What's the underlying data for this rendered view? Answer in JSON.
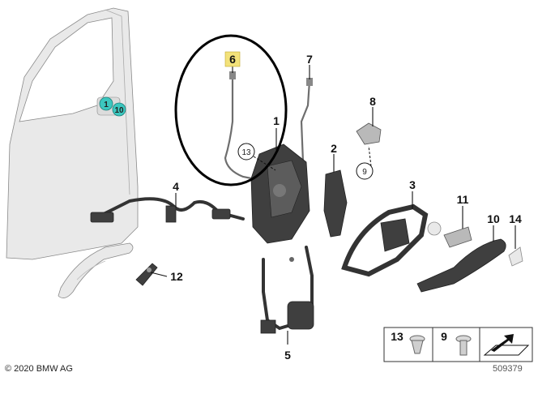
{
  "copyright": "© 2020 BMW AG",
  "diagram_id": "509379",
  "callouts": [
    {
      "id": "c1",
      "label": "1"
    },
    {
      "id": "c2",
      "label": "2"
    },
    {
      "id": "c3",
      "label": "3"
    },
    {
      "id": "c4",
      "label": "4"
    },
    {
      "id": "c5",
      "label": "5"
    },
    {
      "id": "c6",
      "label": "6"
    },
    {
      "id": "c7",
      "label": "7"
    },
    {
      "id": "c8",
      "label": "8"
    },
    {
      "id": "c9",
      "label": "9"
    },
    {
      "id": "c10",
      "label": "10"
    },
    {
      "id": "c11",
      "label": "11"
    },
    {
      "id": "c12",
      "label": "12"
    },
    {
      "id": "c13",
      "label": "13"
    },
    {
      "id": "c14",
      "label": "14"
    }
  ],
  "door_markers": [
    {
      "label": "1"
    },
    {
      "label": "10"
    }
  ],
  "circled_refs": [
    {
      "label": "13"
    },
    {
      "label": "9"
    }
  ],
  "legend": [
    {
      "label": "13",
      "icon": "countersunk-screw-icon"
    },
    {
      "label": "9",
      "icon": "hex-bolt-icon"
    },
    {
      "label": "",
      "icon": "arrow-pad-icon"
    }
  ],
  "highlight_color": "#f3e27a",
  "marker_color": "#3cc7bf"
}
